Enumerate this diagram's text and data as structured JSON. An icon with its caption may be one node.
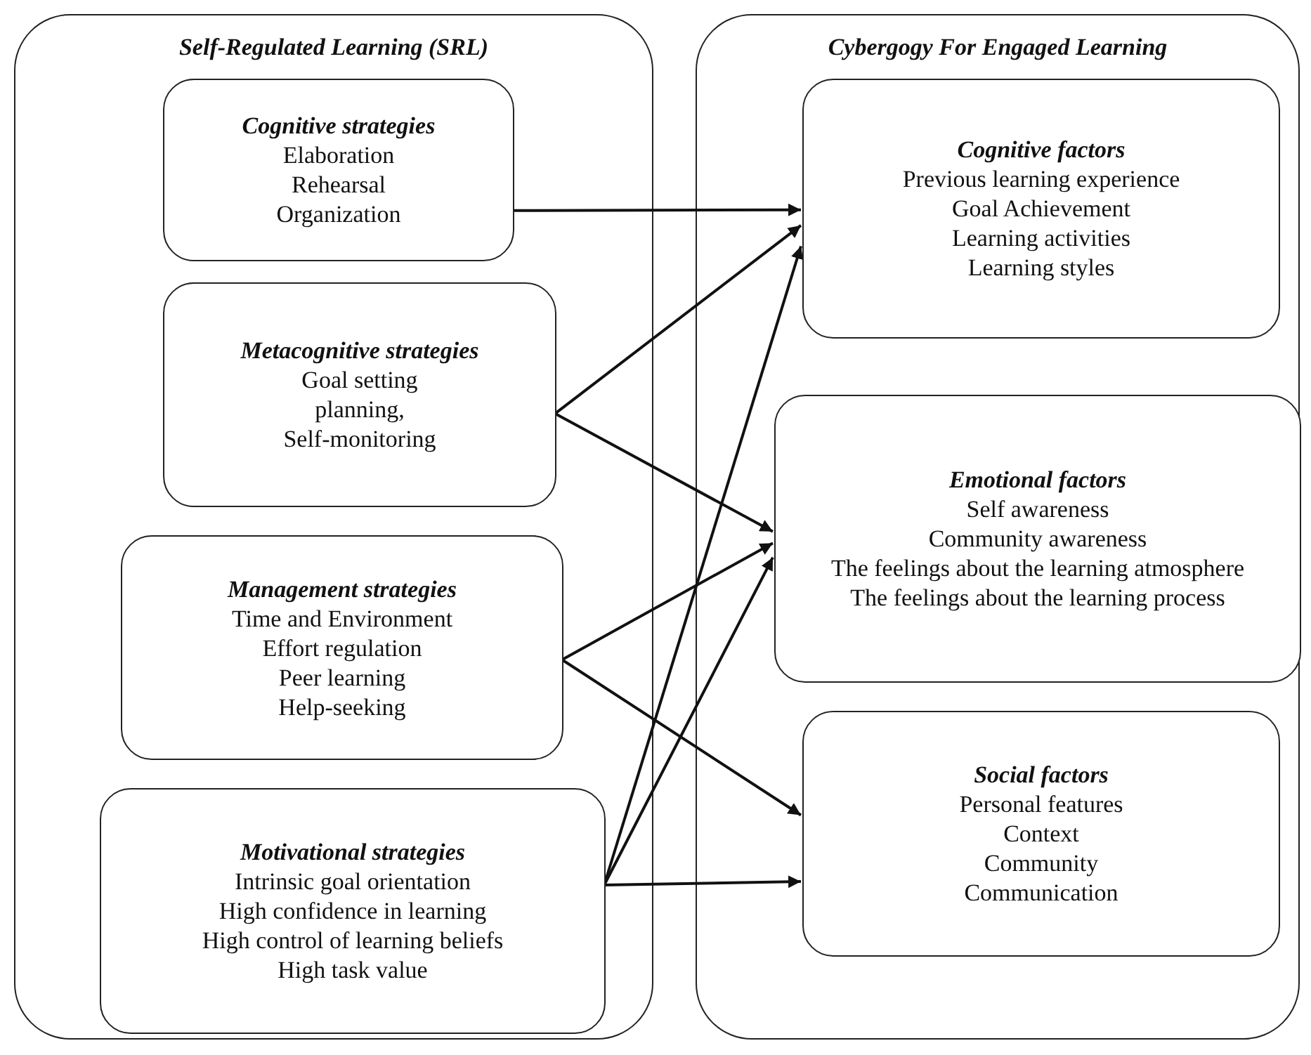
{
  "diagram": {
    "nodes": [
      {
        "text": [
          "Self-Regulated Learning (SRL)"
        ]
      },
      {
        "text": [
          "Cognitive strategies",
          "Elaboration",
          "Rehearsal",
          "Organization"
        ],
        "in": 0
      },
      {
        "text": [
          "Metacognitive strategies",
          "Goal setting",
          "planning,",
          "Self-monitoring"
        ],
        "in": 0
      },
      {
        "text": [
          "Management strategies",
          "Time and Environment",
          "Effort regulation",
          "Peer learning",
          "Help-seeking"
        ],
        "in": 0
      },
      {
        "text": [
          "Motivational strategies",
          "Intrinsic goal orientation",
          "High confidence in learning",
          "High control of learning beliefs",
          "High task value"
        ],
        "in": 0
      },
      {
        "text": [
          "Cybergogy For Engaged Learning"
        ]
      },
      {
        "text": [
          "Cognitive factors",
          "Previous learning experience",
          "Goal Achievement",
          "Learning activities",
          "Learning styles"
        ],
        "in": 5
      },
      {
        "text": [
          "Emotional factors",
          "Self awareness",
          "Community awareness",
          "The feelings about the learning atmosphere",
          "The feelings about the learning process"
        ],
        "in": 5
      },
      {
        "text": [
          "Social factors",
          "Personal features",
          "Context",
          "Community",
          "Communication"
        ],
        "in": 5
      }
    ],
    "edges": [
      {
        "from": 1,
        "to": 6,
        "arrow": "to"
      },
      {
        "from": 2,
        "to": 6,
        "arrow": "to"
      },
      {
        "from": 2,
        "to": 7,
        "arrow": "to"
      },
      {
        "from": 3,
        "to": 7,
        "arrow": "to"
      },
      {
        "from": 3,
        "to": 8,
        "arrow": "to"
      },
      {
        "from": 4,
        "to": 6,
        "arrow": "to"
      },
      {
        "from": 4,
        "to": 7,
        "arrow": "to"
      },
      {
        "from": 4,
        "to": 8,
        "arrow": "to"
      }
    ]
  }
}
